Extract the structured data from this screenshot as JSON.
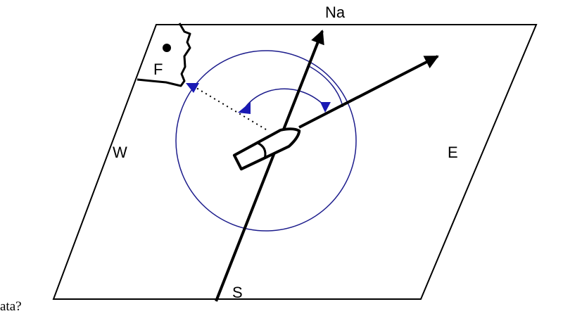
{
  "labels": {
    "north": "Na",
    "south": "S",
    "east": "E",
    "west": "W",
    "fixed_point": "F"
  },
  "cut_text": "ata?",
  "colors": {
    "ink": "#000000",
    "circle": "#1c1c8c",
    "arrowheads_blue": "#1a1ab4"
  }
}
